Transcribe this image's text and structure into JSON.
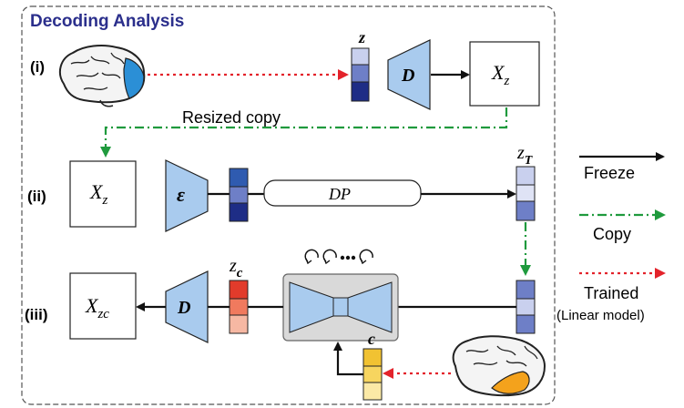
{
  "title": "Decoding Analysis",
  "rows": {
    "i": "(i)",
    "ii": "(ii)",
    "iii": "(iii)"
  },
  "nodes": {
    "z": "z",
    "decoder": "D",
    "xz_top": "X",
    "xz_top_sub": "z",
    "xz_mid": "X",
    "xz_mid_sub": "z",
    "encoder": "ε",
    "dp": "DP",
    "zt": "z",
    "zt_sub": "T",
    "zc": "z",
    "zc_sub": "c",
    "decoder_bottom": "D",
    "xzc": "X",
    "xzc_sub": "zc",
    "c": "c"
  },
  "annotations": {
    "resized_copy": "Resized copy"
  },
  "legend": {
    "freeze": "Freeze",
    "copy": "Copy",
    "trained": "Trained",
    "trained_note": "(Linear model)"
  },
  "colors": {
    "title": "#2b2f8c",
    "trapezoid": "#a9cbee",
    "blue_dark": "#1e2d86",
    "blue_mid": "#6e7fc7",
    "blue_light": "#c9d0ee",
    "red_dark": "#e23b2b",
    "red_mid": "#f07a5e",
    "red_light": "#f6b8a3",
    "yellow_dark": "#f1c232",
    "yellow_mid": "#f7d55f",
    "yellow_light": "#fbe9a6",
    "freeze_arrow": "#111111",
    "copy_arrow": "#1f9a3d",
    "trained_arrow": "#e3232b",
    "brain_highlight": "#2b8fd6",
    "brain_highlight_orange": "#f4a21c"
  }
}
